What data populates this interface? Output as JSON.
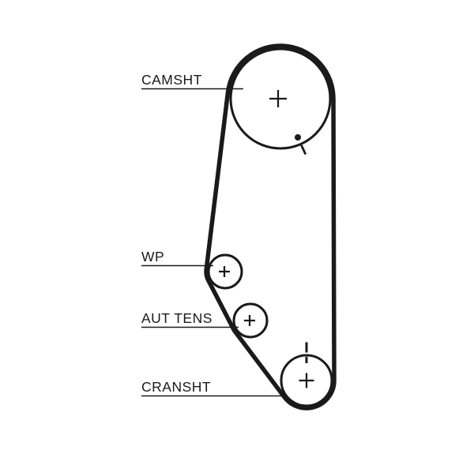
{
  "diagram": {
    "title": "timing-belt-routing-diagram",
    "labels": {
      "camshaft": "CAMSHT",
      "water_pump": "WP",
      "tensioner": "AUT TENS",
      "crankshaft": "CRANSHT"
    },
    "colors": {
      "line": "#1a1a1a",
      "background": "#ffffff"
    }
  }
}
